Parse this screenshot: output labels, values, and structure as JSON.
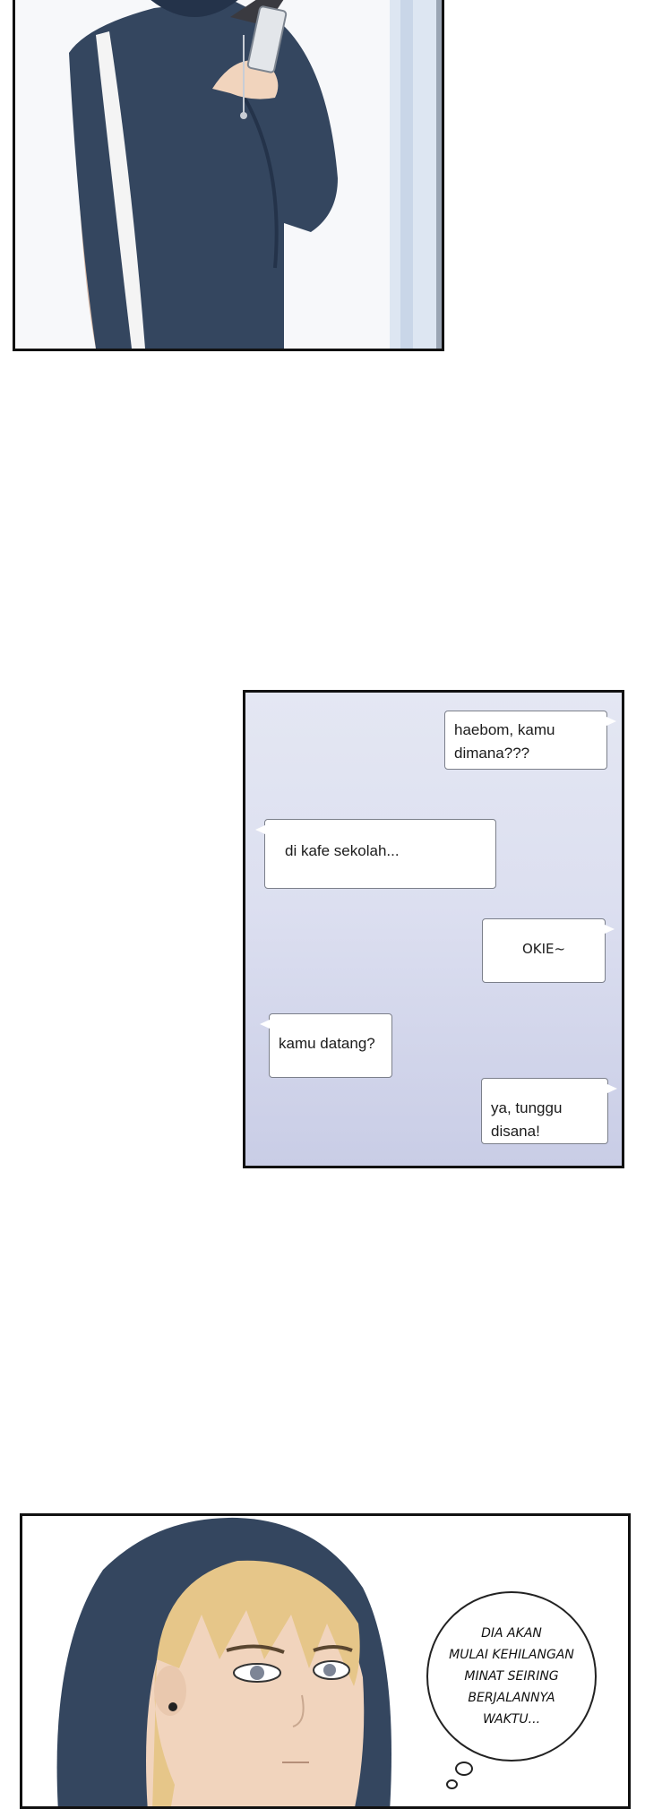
{
  "chat": {
    "messages": [
      {
        "side": "right",
        "text": "haebom, kamu\ndimana???"
      },
      {
        "side": "left",
        "text": "di kafe sekolah..."
      },
      {
        "side": "right",
        "text": "OKIE~"
      },
      {
        "side": "left",
        "text": "kamu datang?"
      },
      {
        "side": "right",
        "text": "ya, tunggu disana!"
      }
    ]
  },
  "narration": {
    "thought": "DIA AKAN\nMULAI KEHILANGAN\nMINAT SEIRING\nBERJALANNYA\nWAKTU..."
  },
  "colors": {
    "hoodie": "#34465f",
    "hair": "#e6c689",
    "skin": "#f1d4bd",
    "chat_bg": "#dcdff0"
  }
}
